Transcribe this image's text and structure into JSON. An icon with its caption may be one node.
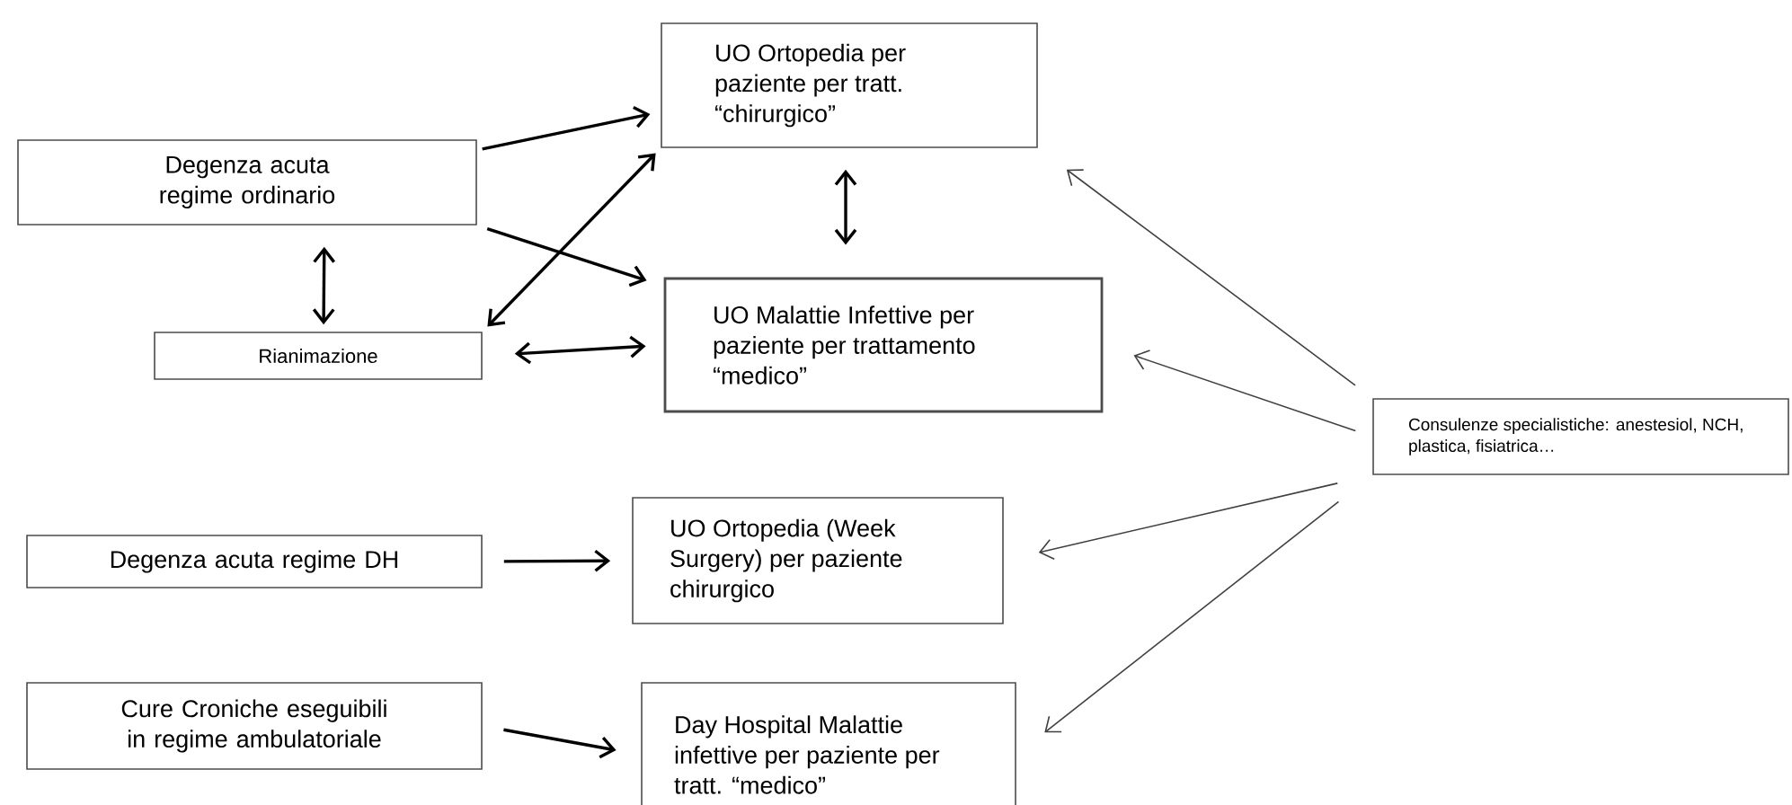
{
  "diagram": {
    "nodes": [
      {
        "text": [
          "Degenza acuta  regime ordinario"
        ]
      },
      {
        "text": [
          "UO Ortopedia per paziente per tratt. “chirurgico”"
        ]
      },
      {
        "text": [
          "Rianimazione"
        ]
      },
      {
        "text": [
          "UO Malattie Infettive per paziente per trattamento “medico”"
        ]
      },
      {
        "text": [
          "Consulenze specialistiche: anestesiol, NCH, plastica, fisiatrica…"
        ]
      },
      {
        "text": [
          "Degenza acuta  regime DH"
        ]
      },
      {
        "text": [
          "UO Ortopedia  (Week Surgery) per paziente chirurgico"
        ]
      },
      {
        "text": [
          "Cure Croniche eseguibili in regime ambulatoriale"
        ]
      },
      {
        "text": [
          "Day Hospital Malattie infettive per paziente per tratt. “medico”"
        ]
      }
    ],
    "edges": [
      {
        "from": 0,
        "to": 1,
        "arrow": "to"
      },
      {
        "from": 0,
        "to": 3,
        "arrow": "to"
      },
      {
        "from": 2,
        "to": 1,
        "arrow": "both"
      },
      {
        "from": 2,
        "to": 3,
        "arrow": "both"
      },
      {
        "from": 0,
        "to": 2,
        "arrow": "both"
      },
      {
        "from": 1,
        "to": 3,
        "arrow": "both"
      },
      {
        "from": 4,
        "to": 1,
        "arrow": "to",
        "color": "#404040"
      },
      {
        "from": 4,
        "to": 3,
        "arrow": "to",
        "color": "#404040"
      },
      {
        "from": 4,
        "to": 6,
        "arrow": "to",
        "color": "#404040"
      },
      {
        "from": 4,
        "to": 8,
        "arrow": "to",
        "color": "#404040"
      },
      {
        "from": 5,
        "to": 6,
        "arrow": "to"
      },
      {
        "from": 7,
        "to": 8,
        "arrow": "to"
      }
    ]
  }
}
